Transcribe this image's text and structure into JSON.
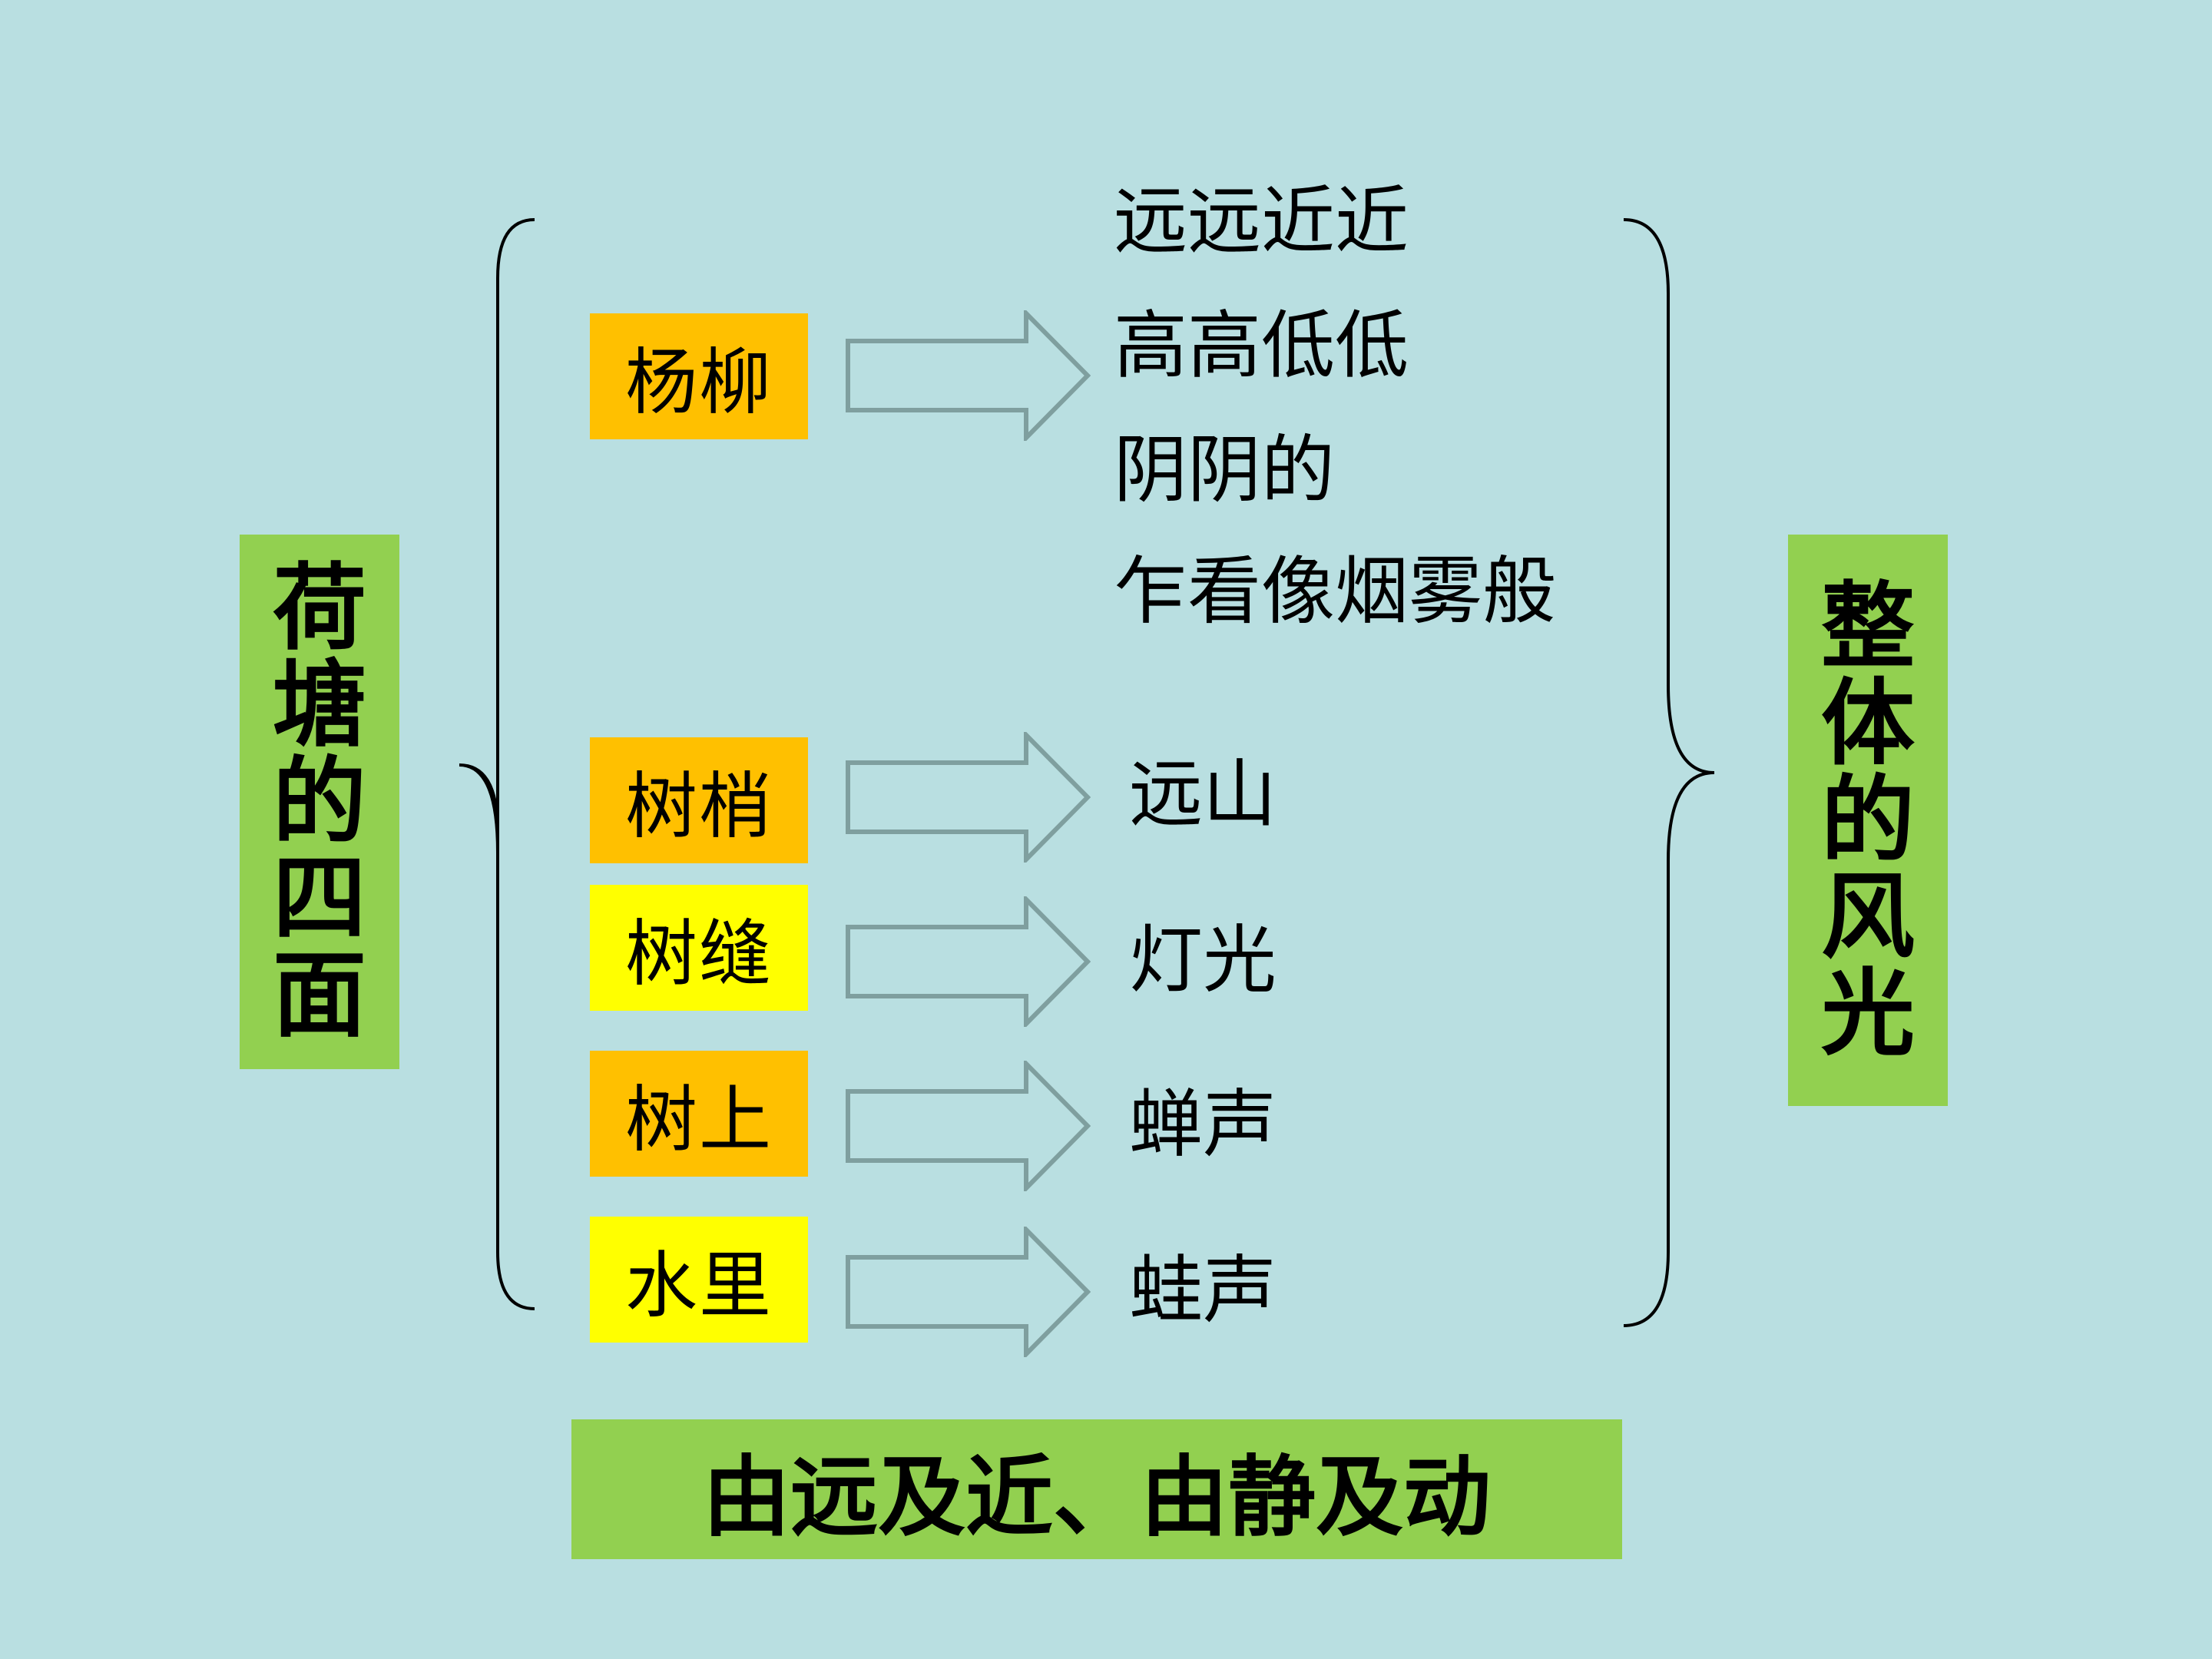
{
  "left_title": [
    "荷",
    "塘",
    "的",
    "四",
    "面"
  ],
  "right_title": [
    "整",
    "体",
    "的",
    "风",
    "光"
  ],
  "rows": [
    {
      "tag": "杨柳",
      "tag_color": "#ffc000",
      "descriptions": [
        "远远近近",
        "高高低低",
        "阴阴的",
        "乍看像烟雾般"
      ]
    },
    {
      "tag": "树梢",
      "tag_color": "#ffc000",
      "descriptions": [
        "远山"
      ]
    },
    {
      "tag": "树缝",
      "tag_color": "#ffff00",
      "descriptions": [
        "灯光"
      ]
    },
    {
      "tag": "树上",
      "tag_color": "#ffc000",
      "descriptions": [
        "蝉声"
      ]
    },
    {
      "tag": "水里",
      "tag_color": "#ffff00",
      "descriptions": [
        "蛙声"
      ]
    }
  ],
  "bottom_banner": "由远及近、由静及动",
  "colors": {
    "background": "#b9dfe1",
    "green": "#92d050",
    "orange": "#ffc000",
    "yellow": "#ffff00",
    "arrow_stroke": "#7f9f9f"
  }
}
